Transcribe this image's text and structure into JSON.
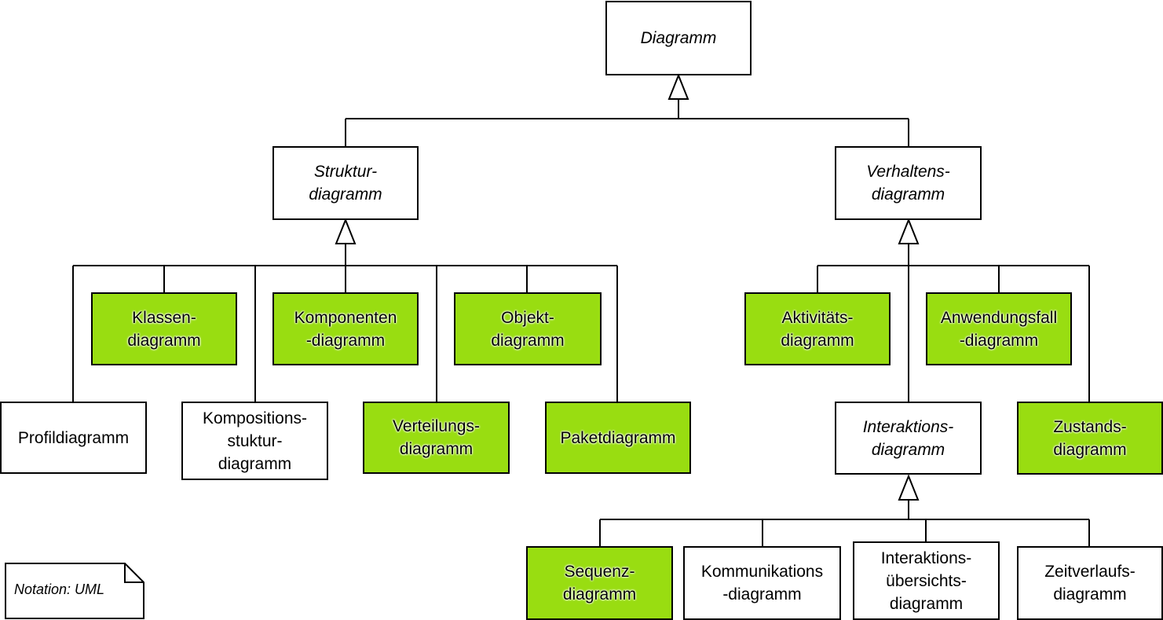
{
  "nodes": [
    {
      "id": "diagramm",
      "lines": [
        "Diagramm"
      ],
      "green": false,
      "abstract": true
    },
    {
      "id": "struktur",
      "lines": [
        "Struktur-",
        "diagramm"
      ],
      "green": false,
      "abstract": true
    },
    {
      "id": "verhaltens",
      "lines": [
        "Verhaltens-",
        "diagramm"
      ],
      "green": false,
      "abstract": true
    },
    {
      "id": "klassen",
      "lines": [
        "Klassen-",
        "diagramm"
      ],
      "green": true,
      "abstract": false
    },
    {
      "id": "komponenten",
      "lines": [
        "Komponenten",
        "-diagramm"
      ],
      "green": true,
      "abstract": false
    },
    {
      "id": "objekt",
      "lines": [
        "Objekt-",
        "diagramm"
      ],
      "green": true,
      "abstract": false
    },
    {
      "id": "profil",
      "lines": [
        "Profildiagramm"
      ],
      "green": false,
      "abstract": false
    },
    {
      "id": "kompositions",
      "lines": [
        "Kompositions-",
        "stuktur-",
        "diagramm"
      ],
      "green": false,
      "abstract": false
    },
    {
      "id": "verteilungs",
      "lines": [
        "Verteilungs-",
        "diagramm"
      ],
      "green": true,
      "abstract": false
    },
    {
      "id": "paket",
      "lines": [
        "Paketdiagramm"
      ],
      "green": true,
      "abstract": false
    },
    {
      "id": "aktivitaets",
      "lines": [
        "Aktivitäts-",
        "diagramm"
      ],
      "green": true,
      "abstract": false
    },
    {
      "id": "anwendungsfall",
      "lines": [
        "Anwendungsfall",
        "-diagramm"
      ],
      "green": true,
      "abstract": false
    },
    {
      "id": "interaktions",
      "lines": [
        "Interaktions-",
        "diagramm"
      ],
      "green": false,
      "abstract": true
    },
    {
      "id": "zustands",
      "lines": [
        "Zustands-",
        "diagramm"
      ],
      "green": true,
      "abstract": false
    },
    {
      "id": "sequenz",
      "lines": [
        "Sequenz-",
        "diagramm"
      ],
      "green": true,
      "abstract": false
    },
    {
      "id": "kommunikations",
      "lines": [
        "Kommunikations",
        "-diagramm"
      ],
      "green": false,
      "abstract": false
    },
    {
      "id": "interaktionsuebersicht",
      "lines": [
        "Interaktions-",
        "übersichts-",
        "diagramm"
      ],
      "green": false,
      "abstract": false
    },
    {
      "id": "zeitverlaufs",
      "lines": [
        "Zeitverlaufs-",
        "diagramm"
      ],
      "green": false,
      "abstract": false
    }
  ],
  "note": {
    "text": "Notation: UML"
  },
  "colors": {
    "highlight": "#99dd11",
    "line": "#000000",
    "box": "#ffffff"
  }
}
